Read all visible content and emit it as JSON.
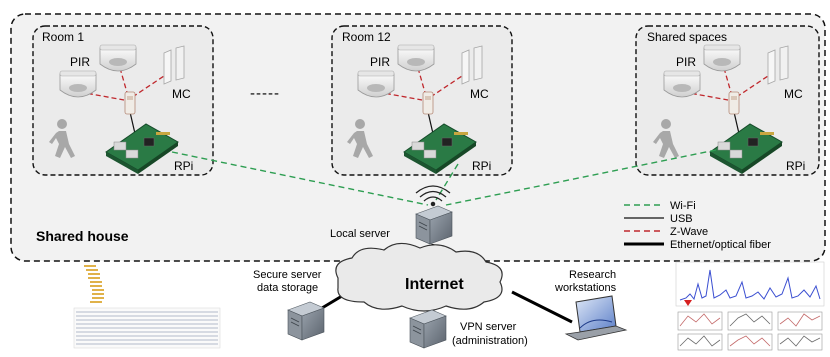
{
  "house": {
    "label": "Shared house"
  },
  "rooms": [
    {
      "title": "Room 1",
      "pir": "PIR",
      "mc": "MC",
      "rpi": "RPi"
    },
    {
      "title": "Room 12",
      "pir": "PIR",
      "mc": "MC",
      "rpi": "RPi"
    },
    {
      "title": "Shared spaces",
      "pir": "PIR",
      "mc": "MC",
      "rpi": "RPi"
    }
  ],
  "ellipsis": "-----",
  "local_server": "Local server",
  "internet": "Internet",
  "secure_server": {
    "line1": "Secure server",
    "line2": "data storage"
  },
  "research": {
    "line1": "Research",
    "line2": "workstations"
  },
  "vpn": {
    "line1": "VPN server",
    "line2": "(administration)"
  },
  "legend": [
    {
      "label": "Wi-Fi",
      "style": "wifi"
    },
    {
      "label": "USB",
      "style": "usb"
    },
    {
      "label": "Z-Wave",
      "style": "zwave"
    },
    {
      "label": "Ethernet/optical fiber",
      "style": "ethernet"
    }
  ],
  "colors": {
    "wifi": "#2e9e52",
    "zwave": "#c0282d",
    "usb": "#111111",
    "ethernet": "#000000",
    "house_bg": "#f2f2f2",
    "room_bg": "#ebebeb",
    "plot_blue": "#3b4fd1",
    "marker_red": "#d62020"
  }
}
